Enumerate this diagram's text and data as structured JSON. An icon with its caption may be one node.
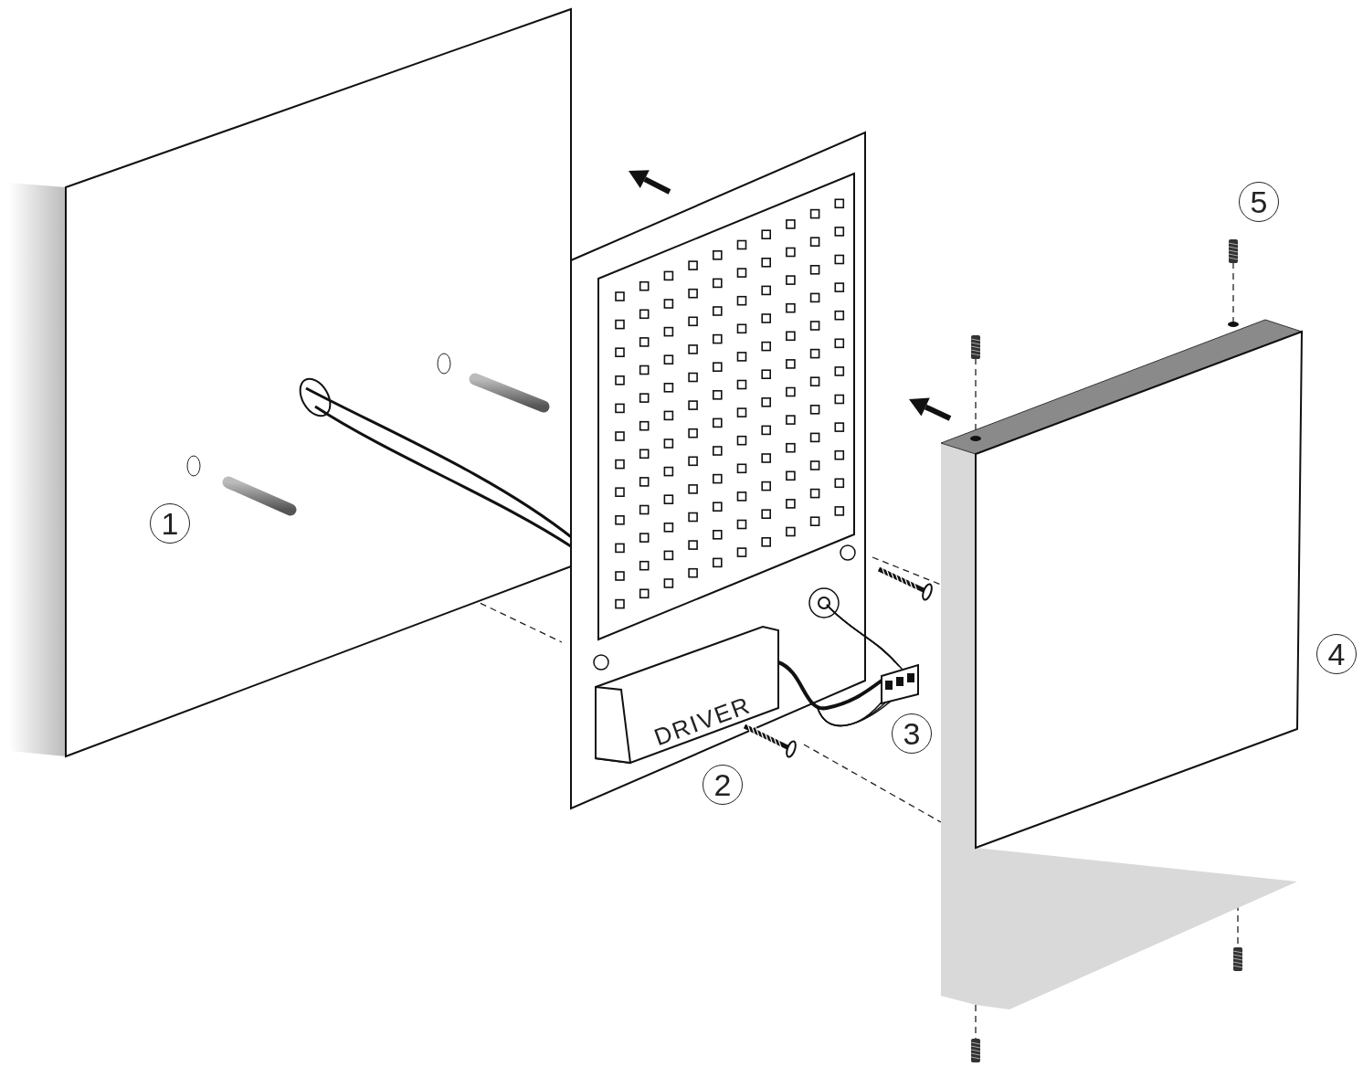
{
  "diagram": {
    "labels": [
      "5",
      "1",
      "4",
      "DRIVER",
      "3",
      "2"
    ]
  }
}
